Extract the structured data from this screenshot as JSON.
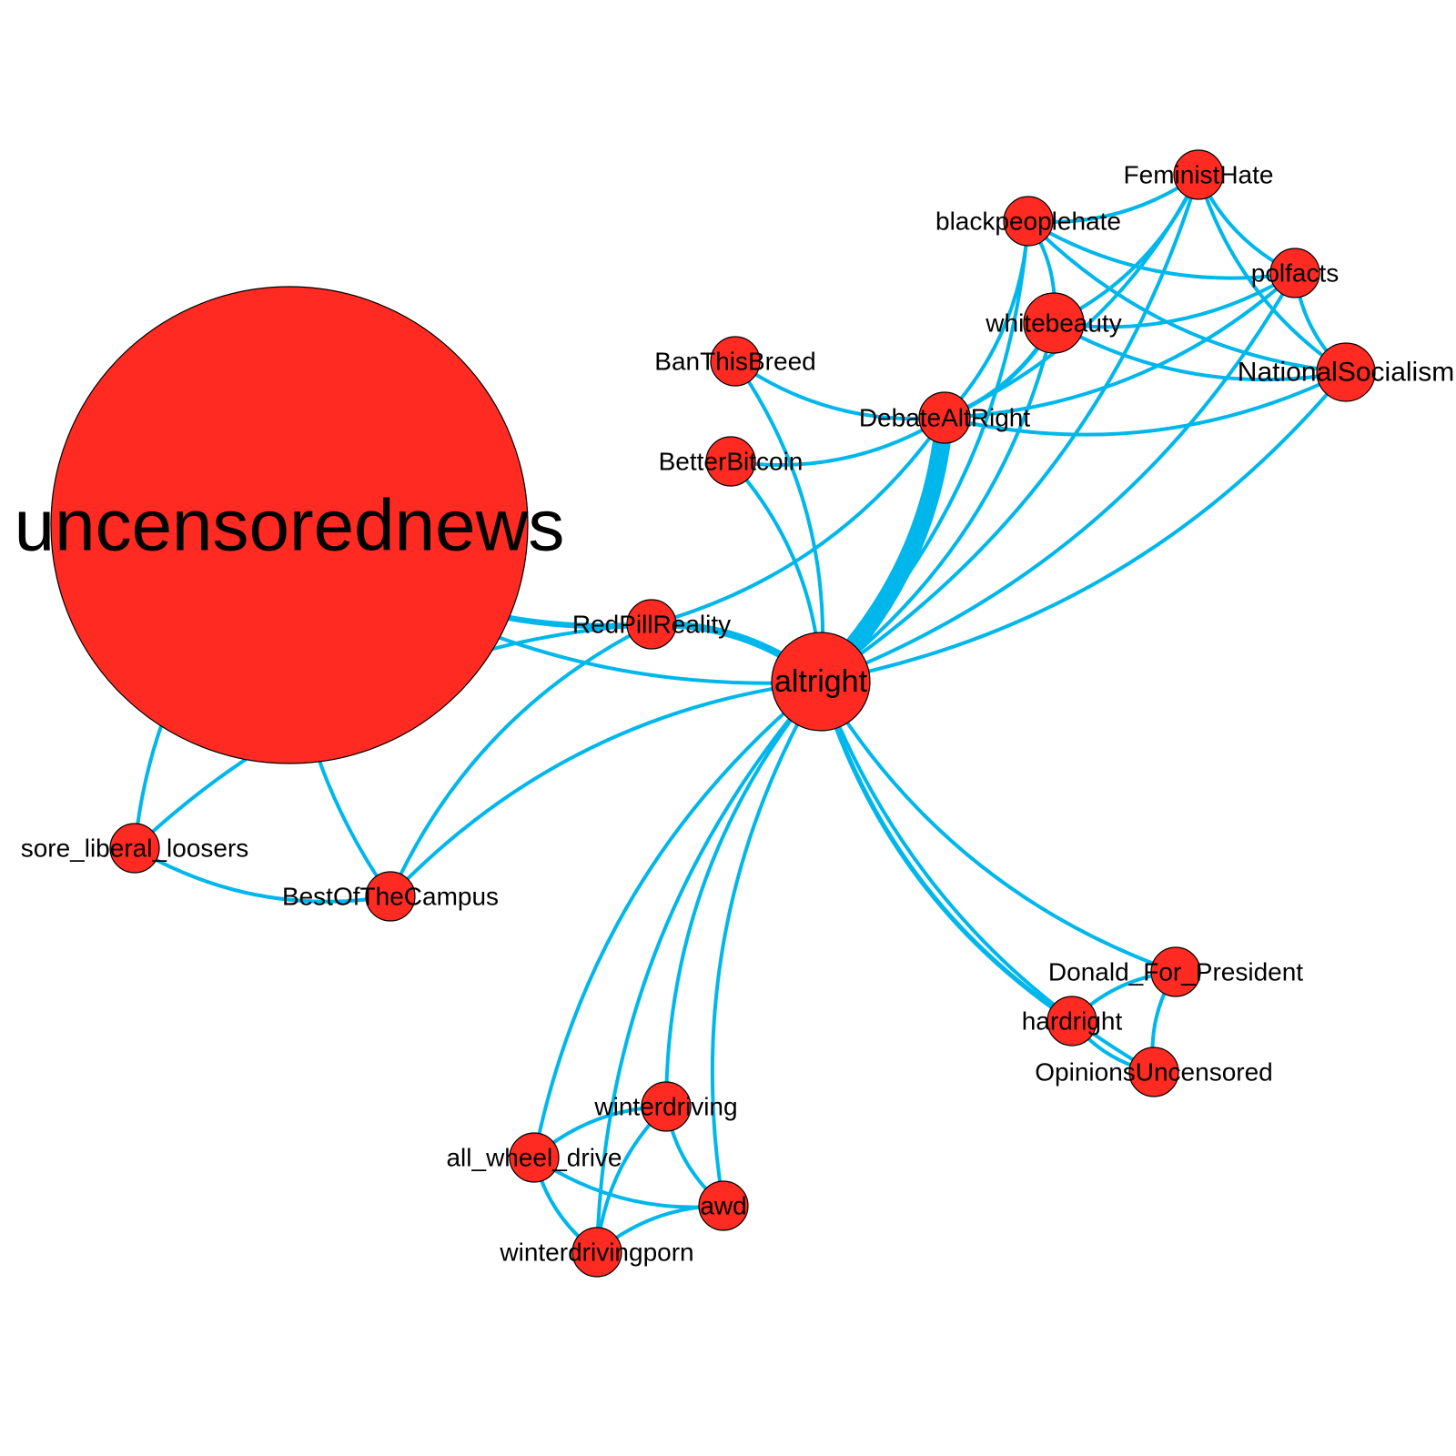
{
  "colors": {
    "edge": "#00b7eb",
    "node": "#ff2a21",
    "node_border": "#000000",
    "label": "#000000",
    "background": "#ffffff"
  },
  "nodes": [
    {
      "id": "uncensorednews",
      "label": "uncensorednews"
    },
    {
      "id": "altright",
      "label": "altright"
    },
    {
      "id": "RedPillReality",
      "label": "RedPillReality"
    },
    {
      "id": "BanThisBreed",
      "label": "BanThisBreed"
    },
    {
      "id": "BetterBitcoin",
      "label": "BetterBitcoin"
    },
    {
      "id": "DebateAltRight",
      "label": "DebateAltRight"
    },
    {
      "id": "whitebeauty",
      "label": "whitebeauty"
    },
    {
      "id": "blackpeoplehate",
      "label": "blackpeoplehate"
    },
    {
      "id": "FeministHate",
      "label": "FeministHate"
    },
    {
      "id": "polfacts",
      "label": "polfacts"
    },
    {
      "id": "NationalSocialism",
      "label": "NationalSocialism"
    },
    {
      "id": "sore_liberal_loosers",
      "label": "sore_liberal_loosers"
    },
    {
      "id": "BestOfTheCampus",
      "label": "BestOfTheCampus"
    },
    {
      "id": "Donald_For_President",
      "label": "Donald_For_President"
    },
    {
      "id": "hardright",
      "label": "hardright"
    },
    {
      "id": "OpinionsUncensored",
      "label": "OpinionsUncensored"
    },
    {
      "id": "winterdriving",
      "label": "winterdriving"
    },
    {
      "id": "all_wheel_drive",
      "label": "all_wheel_drive"
    },
    {
      "id": "awd",
      "label": "awd"
    },
    {
      "id": "winterdrivingporn",
      "label": "winterdrivingporn"
    }
  ],
  "edges": [
    {
      "source": "uncensorednews",
      "target": "altright",
      "weight": 1
    },
    {
      "source": "uncensorednews",
      "target": "RedPillReality",
      "weight": 1.6
    },
    {
      "source": "uncensorednews",
      "target": "sore_liberal_loosers",
      "weight": 1
    },
    {
      "source": "uncensorednews",
      "target": "BestOfTheCampus",
      "weight": 1
    },
    {
      "source": "altright",
      "target": "RedPillReality",
      "weight": 2
    },
    {
      "source": "altright",
      "target": "DebateAltRight",
      "weight": 5
    },
    {
      "source": "altright",
      "target": "BanThisBreed",
      "weight": 1
    },
    {
      "source": "altright",
      "target": "BetterBitcoin",
      "weight": 1
    },
    {
      "source": "altright",
      "target": "whitebeauty",
      "weight": 1
    },
    {
      "source": "altright",
      "target": "blackpeoplehate",
      "weight": 1
    },
    {
      "source": "altright",
      "target": "FeministHate",
      "weight": 1
    },
    {
      "source": "altright",
      "target": "polfacts",
      "weight": 1
    },
    {
      "source": "altright",
      "target": "NationalSocialism",
      "weight": 1
    },
    {
      "source": "altright",
      "target": "BestOfTheCampus",
      "weight": 1
    },
    {
      "source": "altright",
      "target": "Donald_For_President",
      "weight": 1
    },
    {
      "source": "altright",
      "target": "hardright",
      "weight": 1.3
    },
    {
      "source": "altright",
      "target": "OpinionsUncensored",
      "weight": 1
    },
    {
      "source": "altright",
      "target": "winterdriving",
      "weight": 1
    },
    {
      "source": "altright",
      "target": "all_wheel_drive",
      "weight": 1
    },
    {
      "source": "altright",
      "target": "awd",
      "weight": 1
    },
    {
      "source": "altright",
      "target": "winterdrivingporn",
      "weight": 1
    },
    {
      "source": "RedPillReality",
      "target": "DebateAltRight",
      "weight": 1
    },
    {
      "source": "RedPillReality",
      "target": "sore_liberal_loosers",
      "weight": 1
    },
    {
      "source": "RedPillReality",
      "target": "BestOfTheCampus",
      "weight": 1
    },
    {
      "source": "sore_liberal_loosers",
      "target": "BestOfTheCampus",
      "weight": 1
    },
    {
      "source": "BanThisBreed",
      "target": "DebateAltRight",
      "weight": 1
    },
    {
      "source": "BetterBitcoin",
      "target": "DebateAltRight",
      "weight": 1
    },
    {
      "source": "DebateAltRight",
      "target": "whitebeauty",
      "weight": 1.2
    },
    {
      "source": "DebateAltRight",
      "target": "blackpeoplehate",
      "weight": 1
    },
    {
      "source": "DebateAltRight",
      "target": "FeministHate",
      "weight": 1
    },
    {
      "source": "DebateAltRight",
      "target": "polfacts",
      "weight": 1
    },
    {
      "source": "DebateAltRight",
      "target": "NationalSocialism",
      "weight": 1
    },
    {
      "source": "whitebeauty",
      "target": "blackpeoplehate",
      "weight": 1
    },
    {
      "source": "whitebeauty",
      "target": "FeministHate",
      "weight": 1
    },
    {
      "source": "whitebeauty",
      "target": "polfacts",
      "weight": 1
    },
    {
      "source": "whitebeauty",
      "target": "NationalSocialism",
      "weight": 1
    },
    {
      "source": "blackpeoplehate",
      "target": "FeministHate",
      "weight": 1
    },
    {
      "source": "blackpeoplehate",
      "target": "polfacts",
      "weight": 1
    },
    {
      "source": "blackpeoplehate",
      "target": "NationalSocialism",
      "weight": 1
    },
    {
      "source": "FeministHate",
      "target": "polfacts",
      "weight": 1
    },
    {
      "source": "FeministHate",
      "target": "NationalSocialism",
      "weight": 1
    },
    {
      "source": "polfacts",
      "target": "NationalSocialism",
      "weight": 1
    },
    {
      "source": "Donald_For_President",
      "target": "hardright",
      "weight": 1
    },
    {
      "source": "Donald_For_President",
      "target": "OpinionsUncensored",
      "weight": 1
    },
    {
      "source": "hardright",
      "target": "OpinionsUncensored",
      "weight": 1
    },
    {
      "source": "winterdriving",
      "target": "all_wheel_drive",
      "weight": 1
    },
    {
      "source": "winterdriving",
      "target": "awd",
      "weight": 1
    },
    {
      "source": "winterdriving",
      "target": "winterdrivingporn",
      "weight": 1
    },
    {
      "source": "all_wheel_drive",
      "target": "awd",
      "weight": 1
    },
    {
      "source": "all_wheel_drive",
      "target": "winterdrivingporn",
      "weight": 1
    },
    {
      "source": "awd",
      "target": "winterdrivingporn",
      "weight": 1
    }
  ]
}
